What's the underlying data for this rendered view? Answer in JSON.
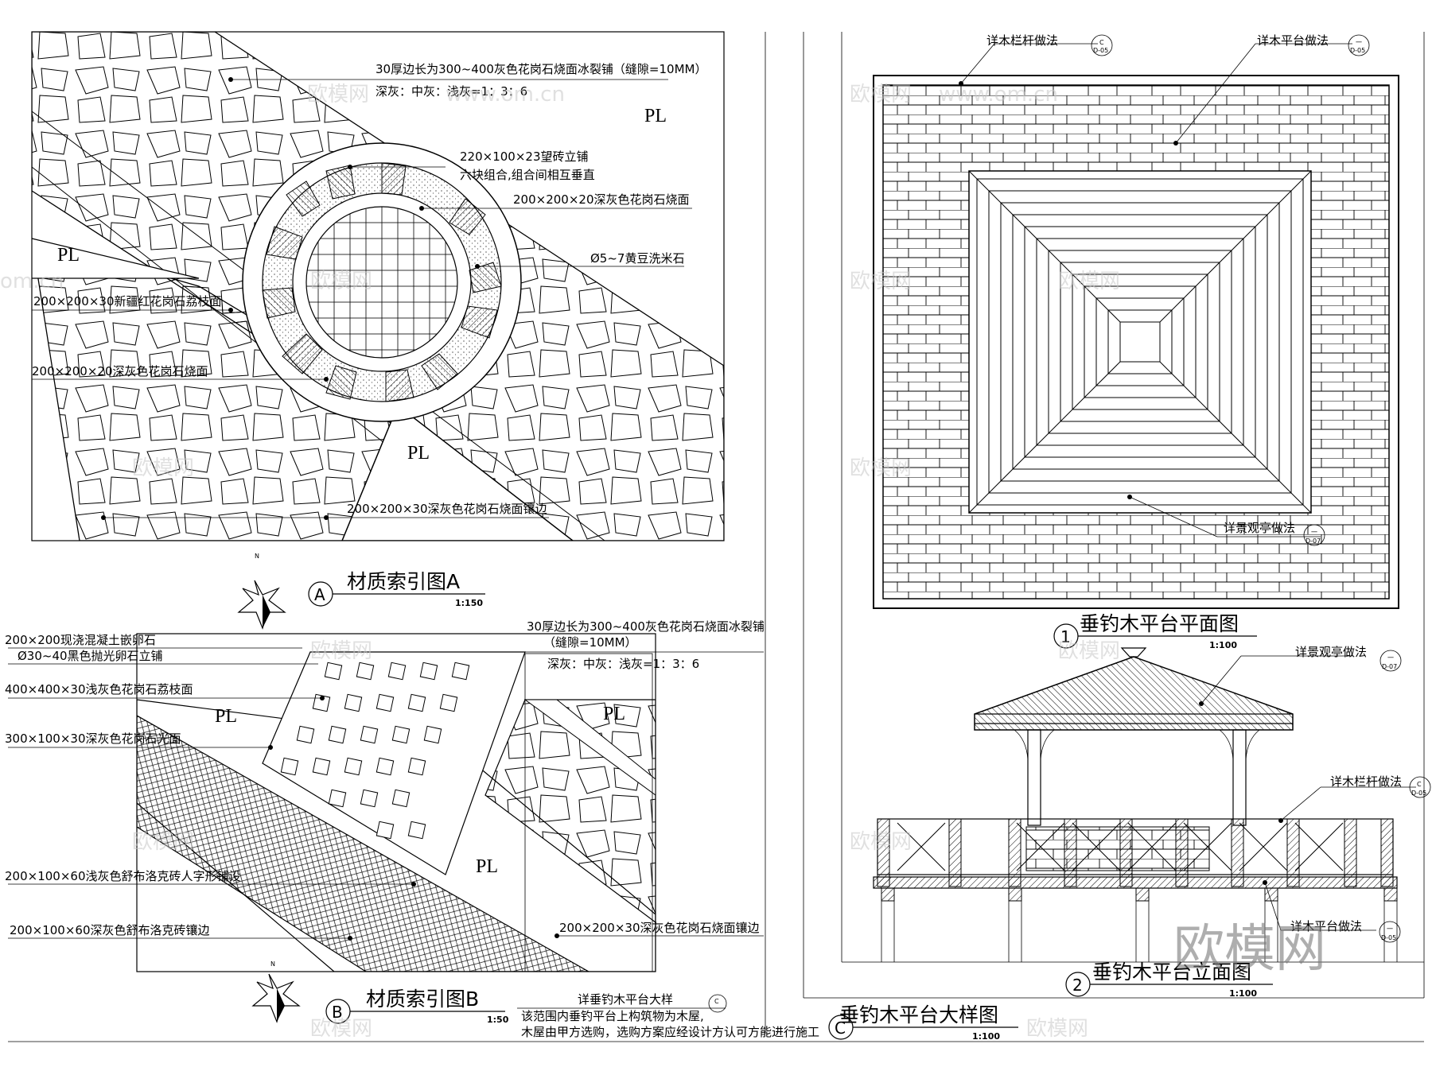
{
  "panel_a": {
    "labels": [
      "30厚边长为300~400灰色花岗石烧面冰裂铺（缝隙=10MM）",
      "深灰：中灰：浅灰=1：3：6",
      "220×100×23望砖立铺",
      "六块组合,组合间相互垂直",
      "200×200×20深灰色花岗石烧面",
      "Ø5~7黄豆洗米石",
      "200×200×30新疆红花岗石荔枝面",
      "200×200×20深灰色花岗石烧面",
      "200×200×30深灰色花岗石烧面镶边"
    ],
    "pl": [
      "PL",
      "PL",
      "PL"
    ],
    "marker": "A",
    "title": "材质索引图A",
    "scale": "1:150",
    "north": "N"
  },
  "panel_b": {
    "labels": [
      "200×200现浇混凝土嵌卵石",
      "Ø30~40黑色抛光卵石立铺",
      "30厚边长为300~400灰色花岗石烧面冰裂铺",
      "（缝隙=10MM）",
      "深灰：中灰：浅灰=1：3：6",
      "400×400×30浅灰色花岗石荔枝面",
      "300×100×30深灰色花岗石光面",
      "200×100×60浅灰色舒布洛克砖人字形铺设",
      "200×100×60深灰色舒布洛克砖镶边",
      "200×200×30深灰色花岗石烧面镶边"
    ],
    "pl": [
      "PL",
      "PL",
      "PL"
    ],
    "marker": "B",
    "title": "材质索引图B",
    "scale": "1:50",
    "north": "N"
  },
  "note": {
    "ref": "详垂钓木平台大样",
    "ref_symbol": "C",
    "line1": "该范围内垂钓平台上构筑物为木屋,",
    "line2": "木屋由甲方选购，选购方案应经设计方认可方能进行施工"
  },
  "plan": {
    "ref_rail": "详木栏杆做法",
    "ref_platform": "详木平台做法",
    "ref_pavilion": "详景观亭做法",
    "sym_rail": "C",
    "sym_platform": "一",
    "sym_pavilion": "一",
    "sym_sub_rail": "D-05",
    "sym_sub_platform": "D-05",
    "sym_sub_pavilion": "D-07",
    "number": "1",
    "title": "垂钓木平台平面图",
    "scale": "1:100"
  },
  "elevation": {
    "ref_pavilion": "详景观亭做法",
    "ref_rail": "详木栏杆做法",
    "ref_platform": "详木平台做法",
    "sym_pavilion": "一",
    "sym_rail": "C",
    "sym_platform": "一",
    "sym_sub_pavilion": "D-07",
    "sym_sub_rail": "D-05",
    "sym_sub_platform": "D-05",
    "number": "2",
    "title": "垂钓木平台立面图",
    "scale": "1:100"
  },
  "sheet": {
    "marker": "C",
    "title": "垂钓木平台大样图",
    "scale": "1:100"
  },
  "watermark": {
    "brand": "欧模网",
    "domain": "www.om.cn",
    "suffix": "om.cn"
  }
}
